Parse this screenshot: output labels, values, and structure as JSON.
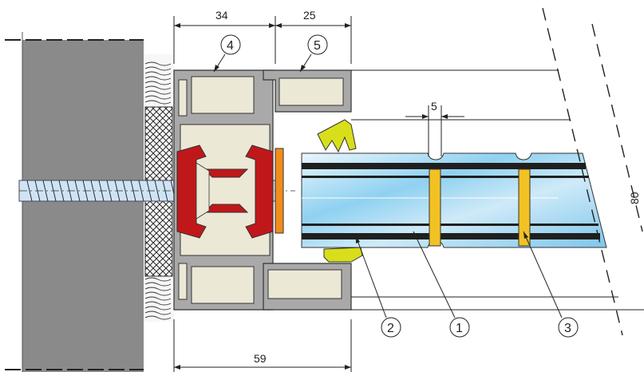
{
  "dimensions": {
    "frame_width": "34",
    "sash_width": "25",
    "total_width": "59",
    "spacer_gap": "5",
    "glass_thickness": "80"
  },
  "callouts": [
    {
      "id": "1",
      "label": "1"
    },
    {
      "id": "2",
      "label": "2"
    },
    {
      "id": "3",
      "label": "3"
    },
    {
      "id": "4",
      "label": "4"
    },
    {
      "id": "5",
      "label": "5"
    }
  ],
  "colors": {
    "wall": "#8a8a8a",
    "profile": "#a9a9a9",
    "profile_chamber": "#ece8d6",
    "reinforcement": "#c0181a",
    "gasket": "#d8df1a",
    "spacer": "#f2c224",
    "glass_light": "#d6ecf8",
    "glass_blue": "#7ec8ee",
    "dark_band": "#1f1f1f",
    "orange_pad": "#f28c1c",
    "screw": "#cfe4f2",
    "insulation": "#ffffff"
  }
}
